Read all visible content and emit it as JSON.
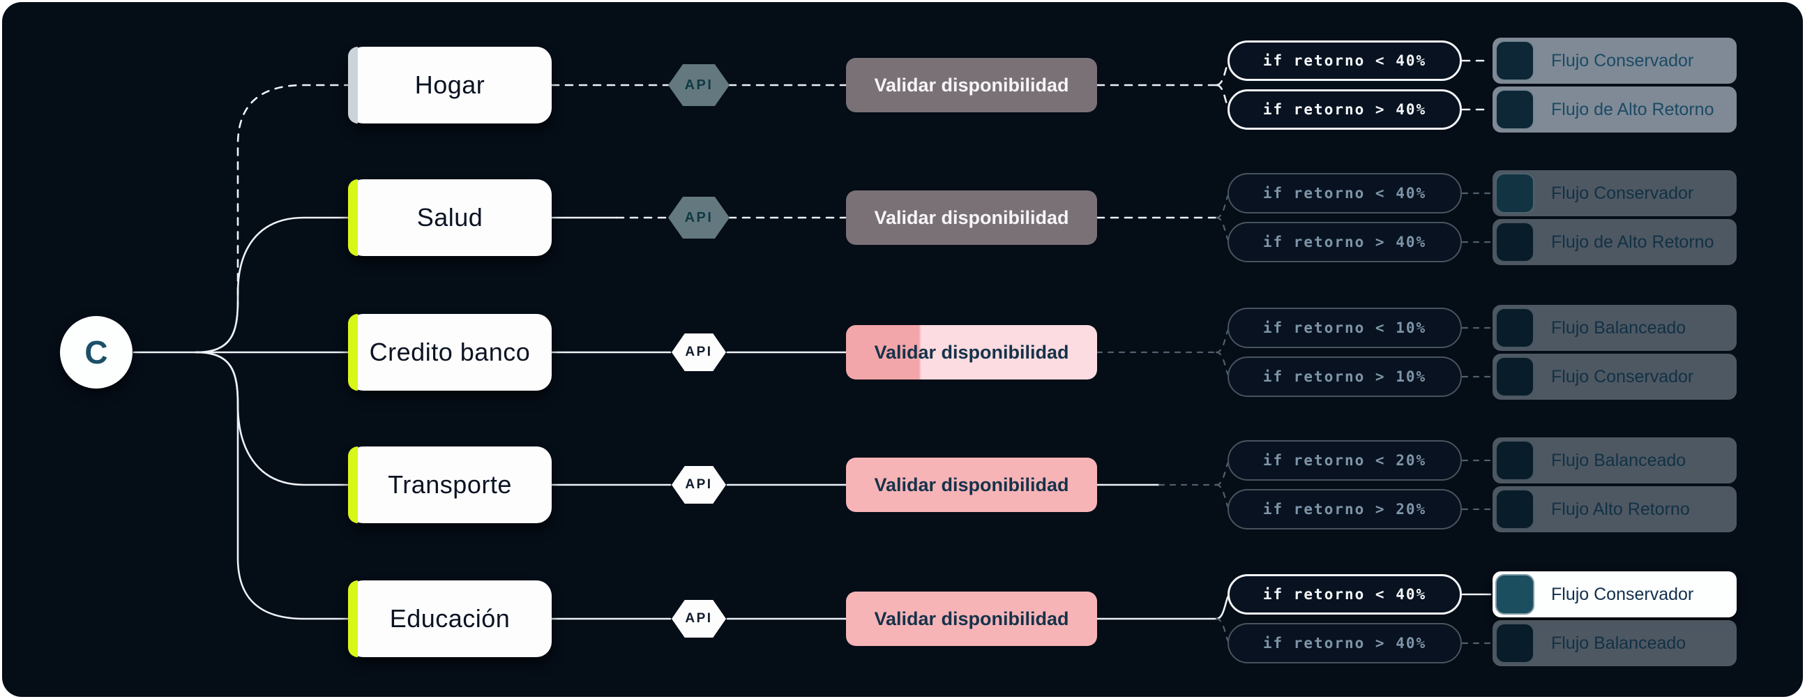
{
  "root": {
    "label": "C"
  },
  "colors": {
    "canvas_bg": "#050d17",
    "frame": "#ffffff",
    "lime_accent": "#d8f618",
    "hogar_accent": "#ccd3d9",
    "slate_hex": "#64797f",
    "validar_gray": "#7a7177",
    "validar_pink": "#f6b4b7",
    "validar_pink_dark": "#f3a6a9",
    "validar_pink_light": "#fcdce0",
    "flow_box_gray": "#7f8a96",
    "flow_icon_navy": "#0d2737",
    "flow_icon_teal": "#1b4e5f",
    "bright_line": "#eef2f6",
    "dim_line": "#50606d"
  },
  "rows": [
    {
      "category": "Hogar",
      "accent": "#ccd3d9",
      "api_label": "API",
      "api_style": "slate",
      "validar_label": "Validar disponibilidad",
      "validar_style": "gray",
      "branches": [
        {
          "condition": "if retorno < 40%",
          "pill_state": "bright",
          "flow": "Flujo Conservador",
          "flow_state": "bright",
          "icon": "navy"
        },
        {
          "condition": "if retorno > 40%",
          "pill_state": "bright",
          "flow": "Flujo de Alto Retorno",
          "flow_state": "bright",
          "icon": "navy"
        }
      ]
    },
    {
      "category": "Salud",
      "accent": "#d8f618",
      "api_label": "API",
      "api_style": "slate",
      "validar_label": "Validar disponibilidad",
      "validar_style": "gray",
      "branches": [
        {
          "condition": "if retorno < 40%",
          "pill_state": "dimmed",
          "flow": "Flujo Conservador",
          "flow_state": "dimmed",
          "icon": "teal"
        },
        {
          "condition": "if retorno > 40%",
          "pill_state": "dimmed",
          "flow": "Flujo de Alto Retorno",
          "flow_state": "dimmed",
          "icon": "navy"
        }
      ]
    },
    {
      "category": "Credito banco",
      "accent": "#d8f618",
      "api_label": "API",
      "api_style": "white",
      "validar_label": "Validar disponibilidad",
      "validar_style": "pink_split",
      "branches": [
        {
          "condition": "if retorno < 10%",
          "pill_state": "dimmed",
          "flow": "Flujo Balanceado",
          "flow_state": "dimmed",
          "icon": "navy"
        },
        {
          "condition": "if retorno > 10%",
          "pill_state": "dimmed",
          "flow": "Flujo Conservador",
          "flow_state": "dimmed",
          "icon": "navy"
        }
      ]
    },
    {
      "category": "Transporte",
      "accent": "#d8f618",
      "api_label": "API",
      "api_style": "white",
      "validar_label": "Validar disponibilidad",
      "validar_style": "pink",
      "branches": [
        {
          "condition": "if retorno < 20%",
          "pill_state": "dimmed",
          "flow": "Flujo Balanceado",
          "flow_state": "dimmed",
          "icon": "navy"
        },
        {
          "condition": "if retorno > 20%",
          "pill_state": "dimmed",
          "flow": "Flujo Alto Retorno",
          "flow_state": "dimmed",
          "icon": "navy"
        }
      ]
    },
    {
      "category": "Educación",
      "accent": "#d8f618",
      "api_label": "API",
      "api_style": "white",
      "validar_label": "Validar disponibilidad",
      "validar_style": "pink",
      "branches": [
        {
          "condition": "if retorno < 40%",
          "pill_state": "bright",
          "flow": "Flujo Conservador",
          "flow_state": "active",
          "icon": "teal"
        },
        {
          "condition": "if retorno > 40%",
          "pill_state": "dimmed",
          "flow": "Flujo Balanceado",
          "flow_state": "dimmed",
          "icon": "navy"
        }
      ]
    }
  ]
}
